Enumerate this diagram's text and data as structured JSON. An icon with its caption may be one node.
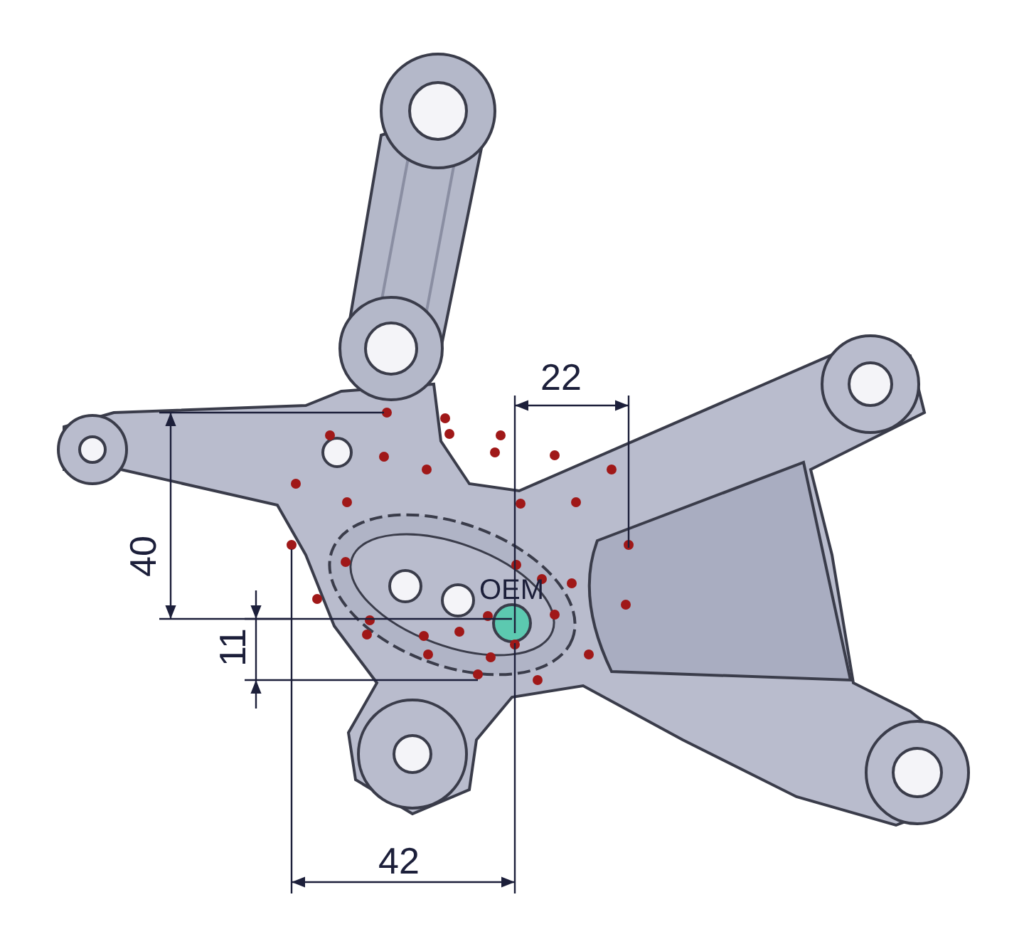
{
  "diagram": {
    "labels": [
      "22",
      "40",
      "OEM",
      "11",
      "42"
    ]
  }
}
